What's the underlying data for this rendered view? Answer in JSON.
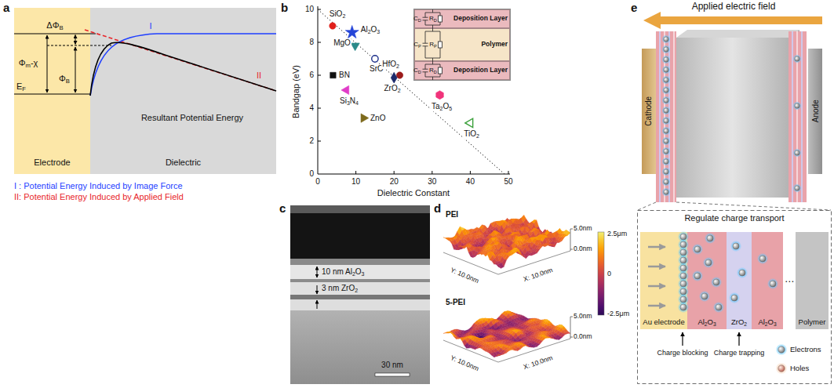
{
  "diagram": {
    "nodes": [
      {
        "text": [
          "Electrode"
        ]
      },
      {
        "text": [
          "Dielectric"
        ]
      },
      {
        "text": [
          "Deposition Layer"
        ]
      },
      {
        "text": [
          "Polymer"
        ]
      },
      {
        "text": [
          "Deposition Layer"
        ]
      },
      {
        "text": [
          "Cathode"
        ]
      },
      {
        "text": [
          "Anode"
        ]
      },
      {
        "text": [
          "Regulate charge transport"
        ]
      },
      {
        "text": [
          "Au electrode"
        ],
        "in": 7
      },
      {
        "text": [
          "Al2O3"
        ],
        "in": 7
      },
      {
        "text": [
          "ZrO2"
        ],
        "in": 7
      },
      {
        "text": [
          "Al2O3"
        ],
        "in": 7
      },
      {
        "text": [
          "Polymer"
        ],
        "in": 7
      }
    ],
    "labels": [
      "a",
      "ΔΦB",
      "Φm-χ",
      "ΦB",
      "EF",
      "I",
      "II",
      "Resultant Potential Energy",
      "I : Potential Energy Induced by Image Force",
      "II: Potential Energy Induced by Applied Field",
      "b",
      "Bandgap (eV)",
      "Dielectric Constant",
      "0",
      "2",
      "4",
      "6",
      "8",
      "10",
      "0",
      "10",
      "20",
      "30",
      "40",
      "50",
      "SiO2",
      "Al2O3",
      "MgO",
      "SrO",
      "HfO2",
      "ZrO2",
      "BN",
      "Si3N4",
      "ZnO",
      "Ta2O5",
      "TiO2",
      "CD",
      "RD",
      "CP",
      "RP",
      "CD",
      "RD",
      "c",
      "10 nm Al2O3",
      "3 nm ZrO2",
      "30 nm",
      "d",
      "PEI",
      "5.0nm",
      "0.0nm",
      "Y: 10.0nm",
      "X: 10.0nm",
      "5-PEI",
      "5.0nm",
      "0.0nm",
      "Y: 10.0nm",
      "X: 10.0nm",
      "2.5μm",
      "0",
      "-2.5μm",
      "e",
      "Applied electric field",
      "⋯",
      "Charge blocking",
      "Charge trapping"
    ],
    "legend": [
      {
        "text": "Electrons"
      },
      {
        "text": "Holes"
      }
    ]
  }
}
